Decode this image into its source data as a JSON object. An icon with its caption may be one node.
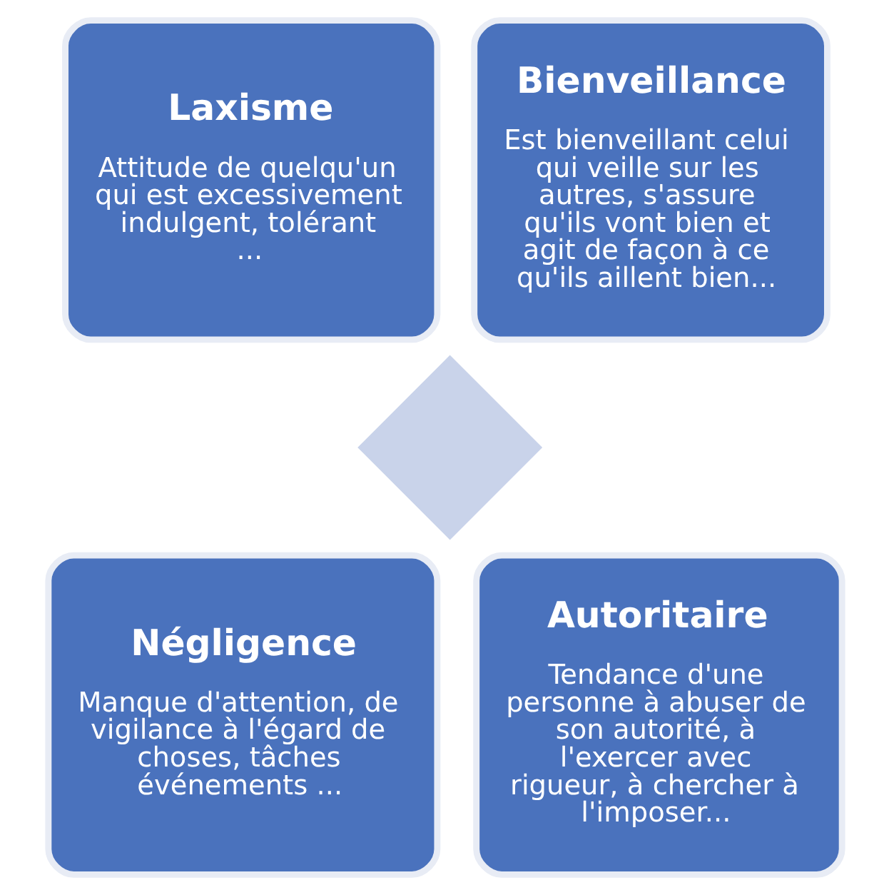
{
  "diagram": {
    "nodes": [
      {
        "text": [],
        "shape": "diamond"
      },
      {
        "text": [
          "Laxisme",
          "Attitude de quelqu'un qui est excessivement indulgent, tolérant ..."
        ]
      },
      {
        "text": [
          "Bienveillance",
          "Est bienveillant celui qui veille sur les autres, s'assure qu'ils vont bien et agit de façon à ce qu'ils aillent bien..."
        ]
      },
      {
        "text": [
          "Négligence",
          "Manque d'attention, de vigilance à l'égard de choses, tâches événements ..."
        ]
      },
      {
        "text": [
          "Autoritaire",
          "Tendance d'une personne à abuser de son autorité, à l'exercer avec rigueur, à chercher à l'imposer..."
        ]
      }
    ],
    "edges": []
  }
}
